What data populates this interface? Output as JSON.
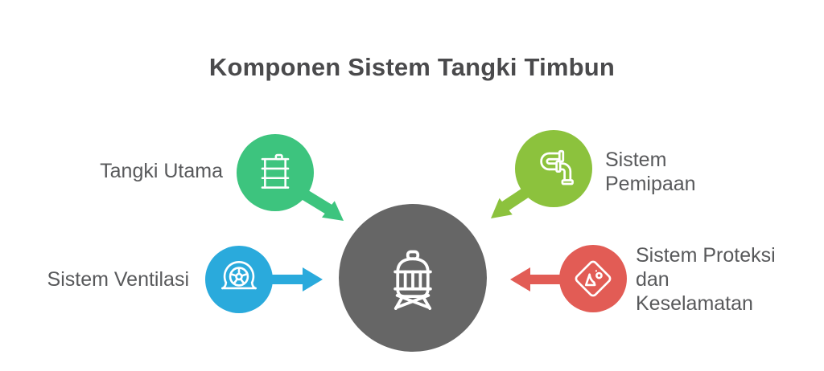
{
  "title": "Komponen Sistem Tangki Timbun",
  "colors": {
    "background": "#ffffff",
    "title_text": "#4a4a4c",
    "label_text": "#58595b",
    "icon_stroke": "#ffffff"
  },
  "center": {
    "icon": "water-tower-tank-icon",
    "color": "#666666"
  },
  "components": [
    {
      "label": "Tangki Utama",
      "lines": [
        "Tangki Utama"
      ],
      "icon": "storage-drum-icon",
      "color": "#3dc47e",
      "position": "top-left"
    },
    {
      "label": "Sistem Pemipaan",
      "lines": [
        "Sistem",
        "Pemipaan"
      ],
      "icon": "pipe-elbows-icon",
      "color": "#8cc23d",
      "position": "top-right"
    },
    {
      "label": "Sistem Ventilasi",
      "lines": [
        "Sistem Ventilasi"
      ],
      "icon": "ventilation-blower-icon",
      "color": "#2aaadc",
      "position": "left"
    },
    {
      "label": "Sistem Proteksi dan Keselamatan",
      "lines": [
        "Sistem Proteksi",
        "dan",
        "Keselamatan"
      ],
      "icon": "hazard-warning-sign-icon",
      "color": "#e25c55",
      "position": "right"
    }
  ]
}
